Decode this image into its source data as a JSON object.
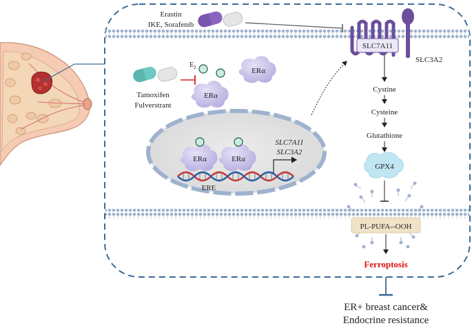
{
  "drugs": {
    "erastin": "Erastin",
    "ike_sorafenib": "IKE, Sorafenib",
    "tamoxifen": "Tamoxifen",
    "fulverstrant": "Fulverstrant"
  },
  "ligand": {
    "e2": "E",
    "e2_sub": "2"
  },
  "receptor": {
    "er_alpha": "ERα"
  },
  "transporter": {
    "slc7a11": "SLC7A11",
    "slc3a2": "SLC3A2"
  },
  "nucleus": {
    "ere": "ERE",
    "gene_1": "SLC7A11",
    "gene_2": "SLC3A2"
  },
  "pathway": {
    "cystine": "Cystine",
    "cysteine": "Cysteine",
    "glutathione": "Glutathione",
    "gpx4": "GPX4",
    "lipid": "PL-PUFA--OOH",
    "ferroptosis": "Ferroptosis"
  },
  "outcome": {
    "line_1": "ER+ breast cancer&",
    "line_2": "Endocrine resistance"
  },
  "colors": {
    "membrane": "#c5d3e6",
    "cell_border": "#3b6a96",
    "receptor": "#c9c3e8",
    "nucleus": "#e3e3e3",
    "transporter": "#6b4f9c",
    "gpx4": "#bfe6f2",
    "lipid_box": "#efe2c6",
    "ferroptosis_text": "#e01010",
    "inhibit_red": "#d62020",
    "tamoxifen_pill": "#6ec9c0",
    "erastin_pill": "#8c64c0"
  }
}
